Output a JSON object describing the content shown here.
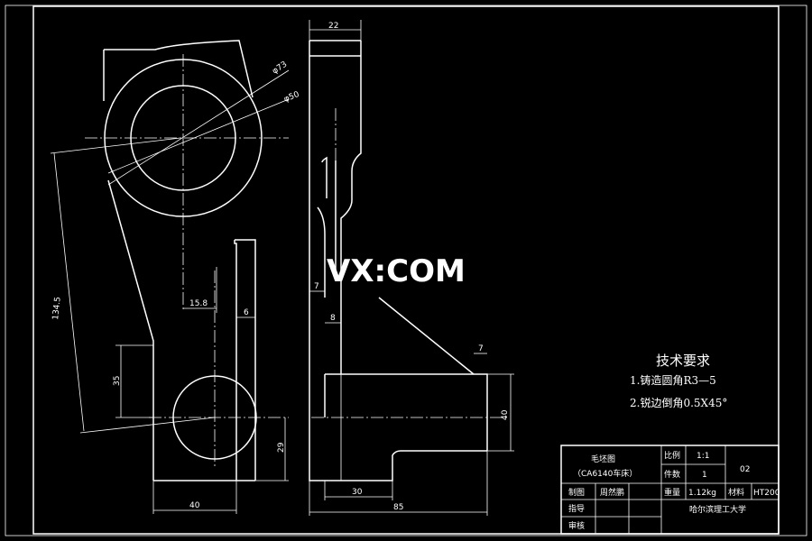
{
  "dimensions": {
    "d73": "φ73",
    "d50": "φ50",
    "w22": "22",
    "l134": "134.5",
    "l35": "35",
    "l15": "15.8",
    "l6": "6",
    "l7a": "7",
    "l8": "8",
    "l7b": "7",
    "l40v": "40",
    "l29": "29",
    "l40h": "40",
    "l30": "30",
    "l85": "85"
  },
  "watermark": "VX:COM",
  "requirements": {
    "title": "技术要求",
    "item1": "1.铸造圆角R3—5",
    "item2": "2.锐边倒角0.5X45°"
  },
  "title_block": {
    "drawing_name": "毛坯图",
    "subtitle": "（CA6140车床）",
    "scale_label": "比例",
    "scale_value": "1:1",
    "qty_label": "件数",
    "qty_value": "1",
    "drawing_no": "02",
    "drawn_label": "制图",
    "drawn_name": "周然鹏",
    "weight_label": "重量",
    "weight_value": "1.12kg",
    "material_label": "材料",
    "material_value": "HT200",
    "instructor_label": "指导",
    "review_label": "审核",
    "school": "哈尔滨理工大学"
  }
}
